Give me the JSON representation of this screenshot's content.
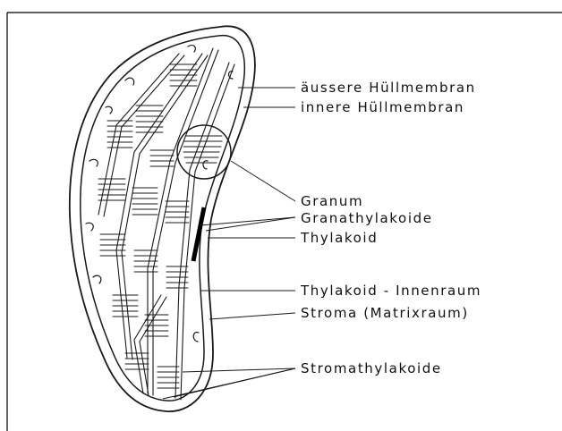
{
  "labels": {
    "outer_membrane": "äussere Hüllmembran",
    "inner_membrane": "innere Hüllmembran",
    "granum": "Granum",
    "granathylakoide": "Granathylakoide",
    "thylakoid": "Thylakoid",
    "thylakoid_innenraum": "Thylakoid - Innenraum",
    "stroma": "Stroma (Matrixraum)",
    "stromathylakoide": "Stromathylakoide"
  }
}
